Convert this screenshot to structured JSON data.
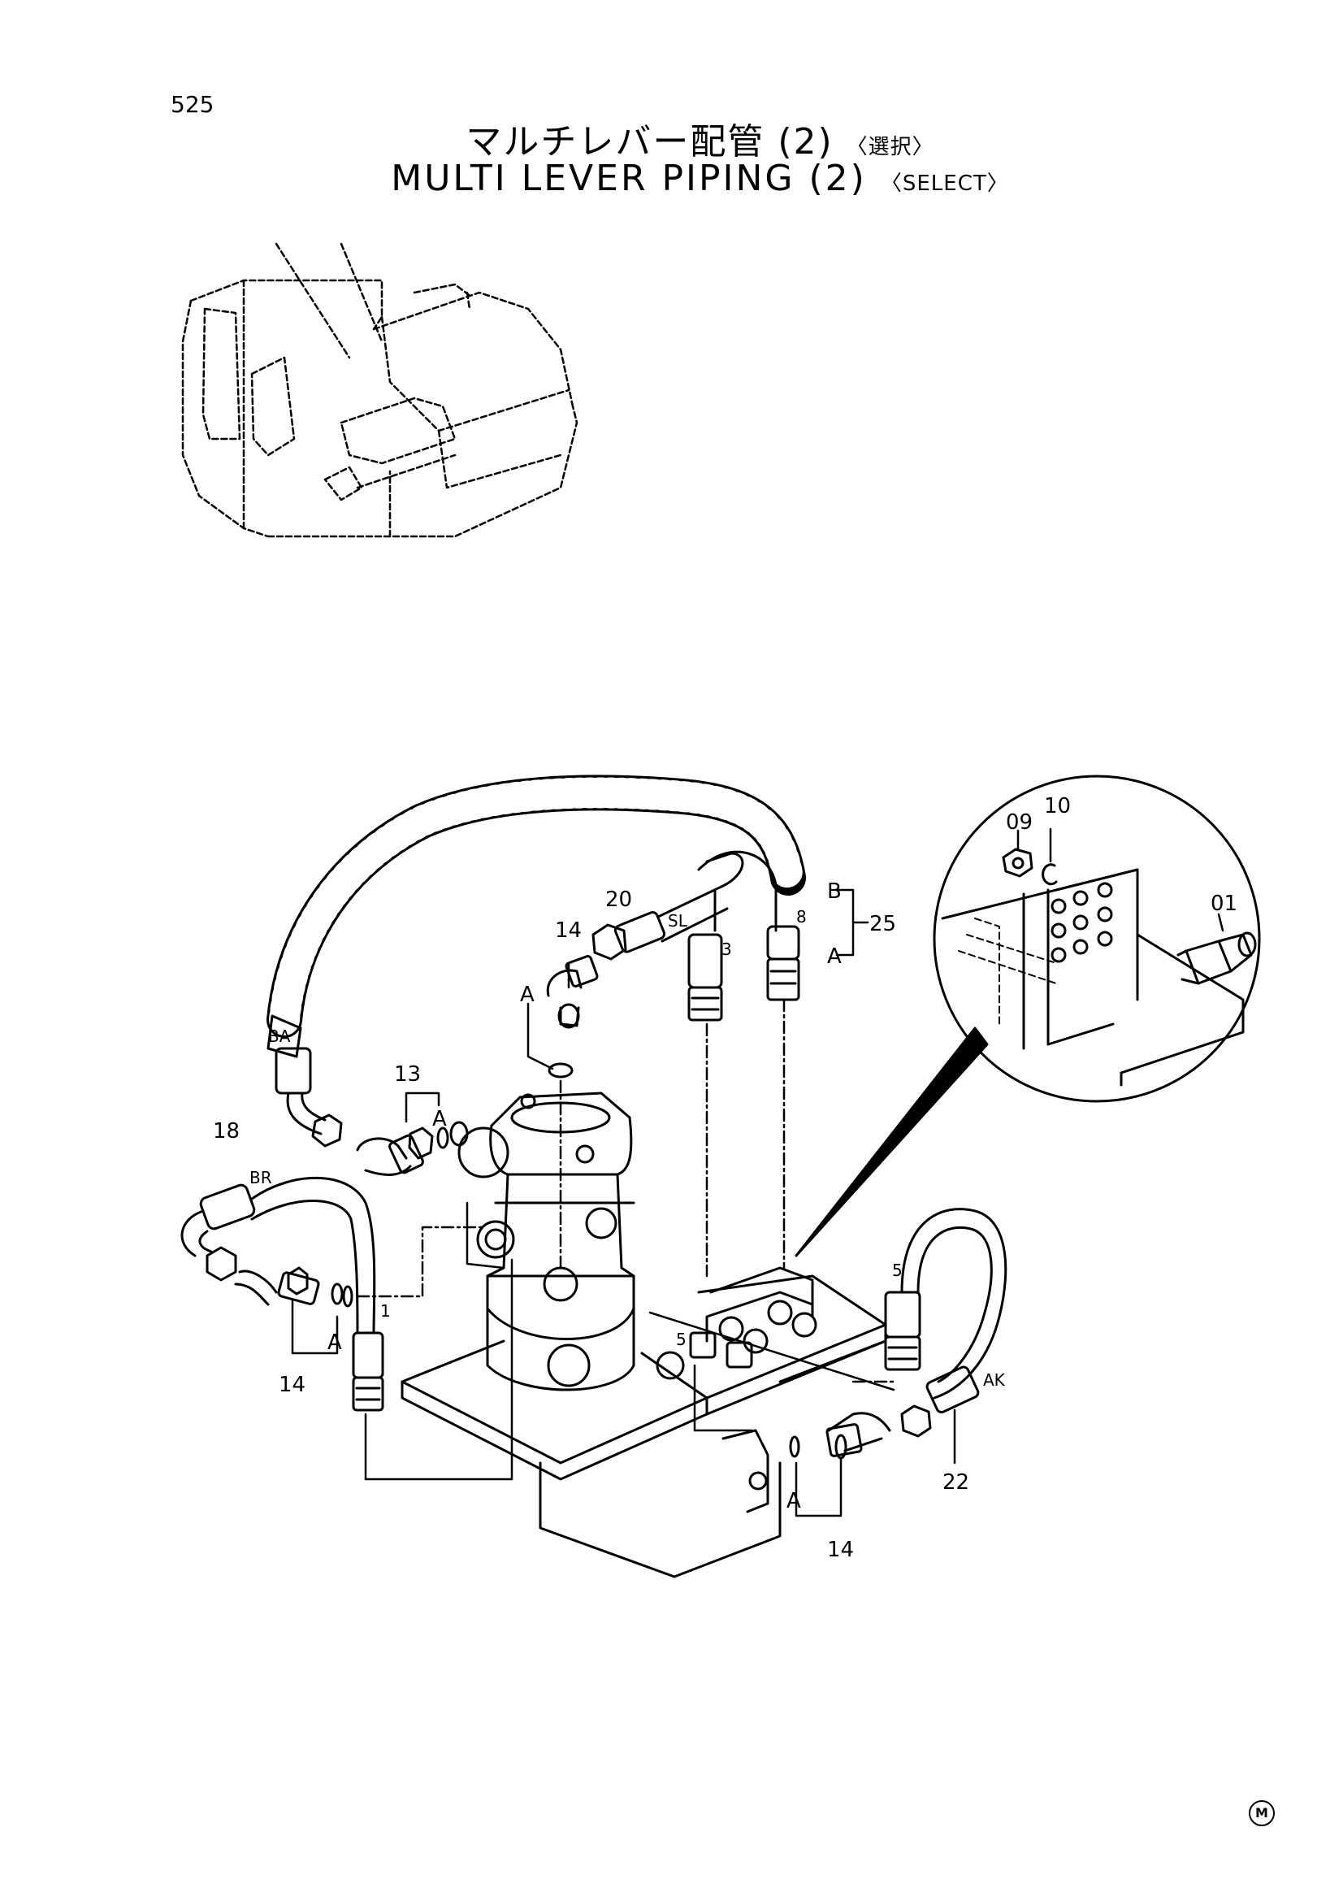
{
  "page_number": "525",
  "title": {
    "jp_main": "マルチレバー配管 (2)",
    "jp_tag": "〈選択〉",
    "en_main": "MULTI LEVER PIPING (2)",
    "en_tag": "〈SELECT〉"
  },
  "labels": {
    "p09": "09",
    "p10": "10",
    "p01": "01",
    "p20": "20",
    "p14_top": "14",
    "sl": "SL",
    "p3": "3",
    "p8": "8",
    "b": "B",
    "a_25": "A",
    "p25": "25",
    "a_14_top": "A",
    "ba": "BA",
    "p13": "13",
    "a_13": "A",
    "p18": "18",
    "br": "BR",
    "p1": "1",
    "a_14_left": "A",
    "p14_left": "14",
    "p5_right": "5",
    "p5_mid": "5",
    "ak": "AK",
    "p22": "22",
    "a_14_bottom": "A",
    "p14_bottom": "14"
  },
  "corner_mark": "M"
}
